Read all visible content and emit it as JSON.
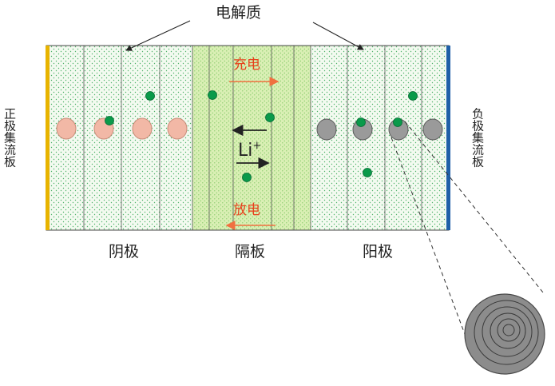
{
  "labels": {
    "electrolyte": "电解质",
    "positive_collector": "正极集流板",
    "negative_collector": "负极集流板",
    "cathode": "阴极",
    "separator": "隔板",
    "anode": "阳极",
    "charge": "充电",
    "discharge": "放电",
    "ion_main": "Li",
    "ion_sup": "+"
  },
  "colors": {
    "positive_collector": "#e8b400",
    "negative_collector": "#1f5fa8",
    "electrode_bg": "#f3faf0",
    "electrode_dots": "#4fb26a",
    "separator_bg": "#d9efb4",
    "cathode_particle": "#f2b8a6",
    "anode_particle": "#9a9a9a",
    "lithium_ion": "#0a9a4a",
    "arrow_red": "#f07040",
    "label_red": "#e8401c",
    "zoom_circle": "#8c8c8c"
  },
  "icons": [
    "positive-collector-bar",
    "negative-collector-bar",
    "cathode-particle",
    "anode-particle",
    "lithium-ion-dot",
    "zoomed-graphite-particle"
  ]
}
